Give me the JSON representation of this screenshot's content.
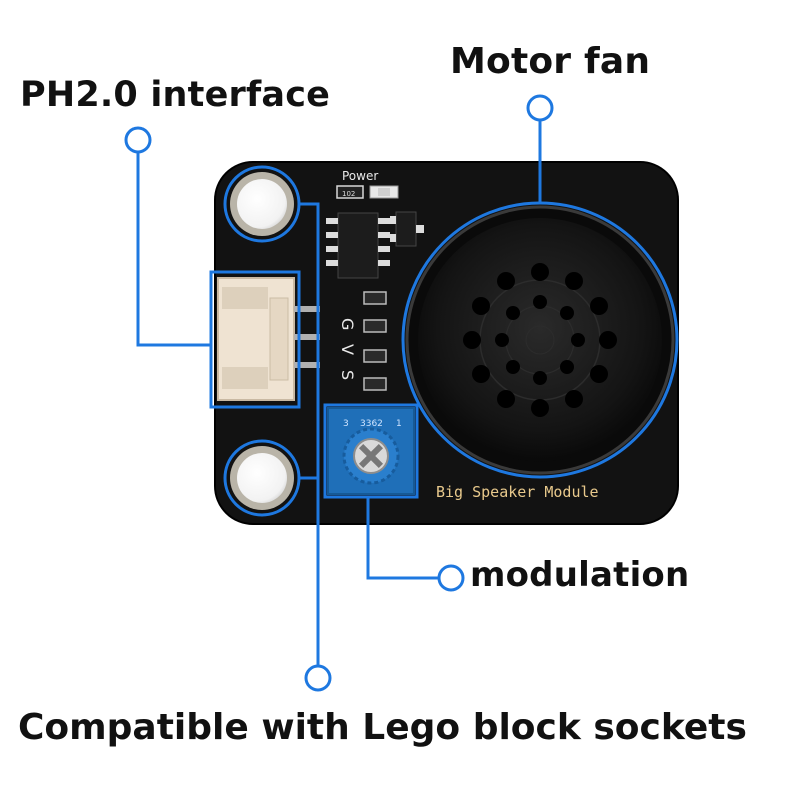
{
  "callouts": {
    "ph_interface": "PH2.0 interface",
    "motor_fan": "Motor fan",
    "modulation": "modulation",
    "lego": "Compatible with Lego block sockets"
  },
  "board": {
    "power_label": "Power",
    "resistor_code": "102",
    "pins": [
      "G",
      "V",
      "S"
    ],
    "pot_code": "3362",
    "pot_pin_1": "1",
    "pot_pin_3": "3",
    "module_name": "Big Speaker Module"
  },
  "colors": {
    "accent": "#1E78E0",
    "pcb": "#121212",
    "pcb_text": "#E8C98C",
    "connector": "#EFE3D2",
    "potentiometer": "#1F6FB8"
  }
}
